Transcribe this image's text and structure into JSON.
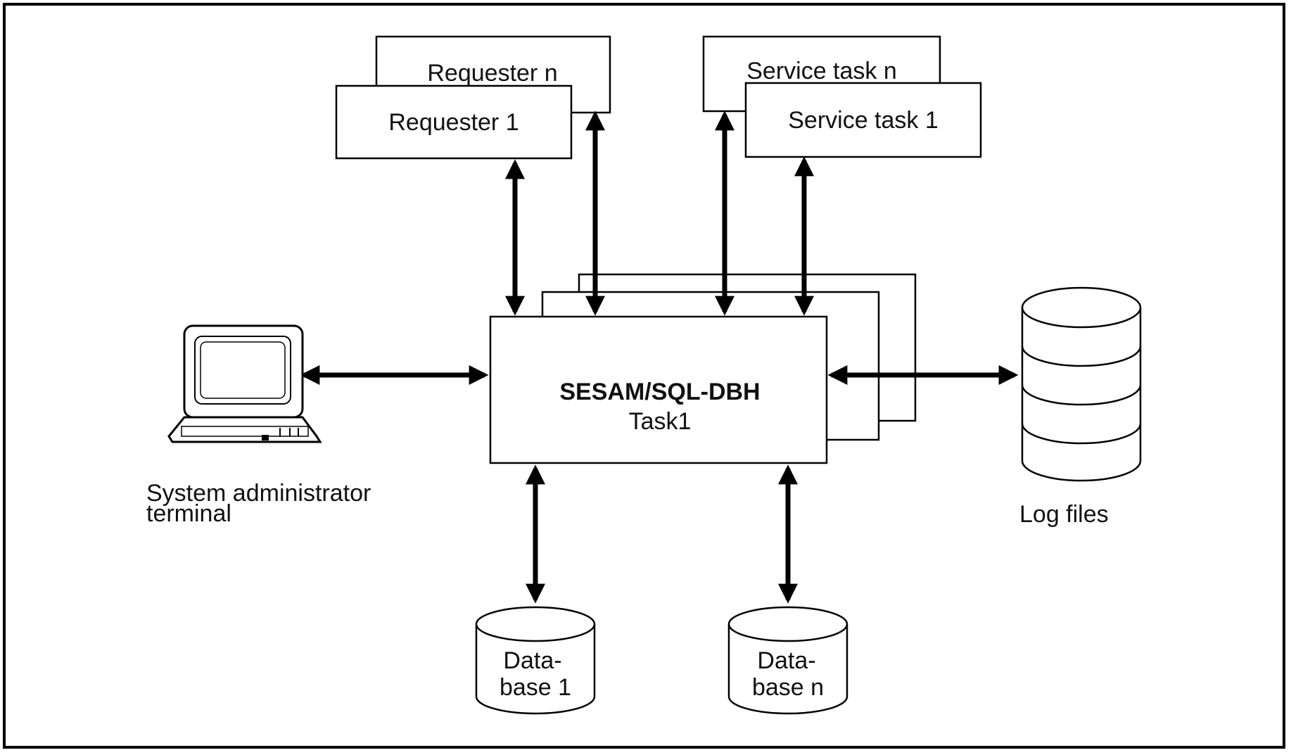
{
  "requesters": {
    "back_label": "Requester n",
    "front_label": "Requester 1"
  },
  "service_tasks": {
    "back_label": "Service task n",
    "front_label": "Service task 1"
  },
  "dbh": {
    "title": "SESAM/SQL-DBH",
    "subtitle": "Task1"
  },
  "admin_terminal": {
    "line1": "System administrator",
    "line2": "terminal"
  },
  "log_files": {
    "label": "Log files"
  },
  "databases": [
    {
      "line1": "Data-",
      "line2": "base 1"
    },
    {
      "line1": "Data-",
      "line2": "base n"
    }
  ]
}
